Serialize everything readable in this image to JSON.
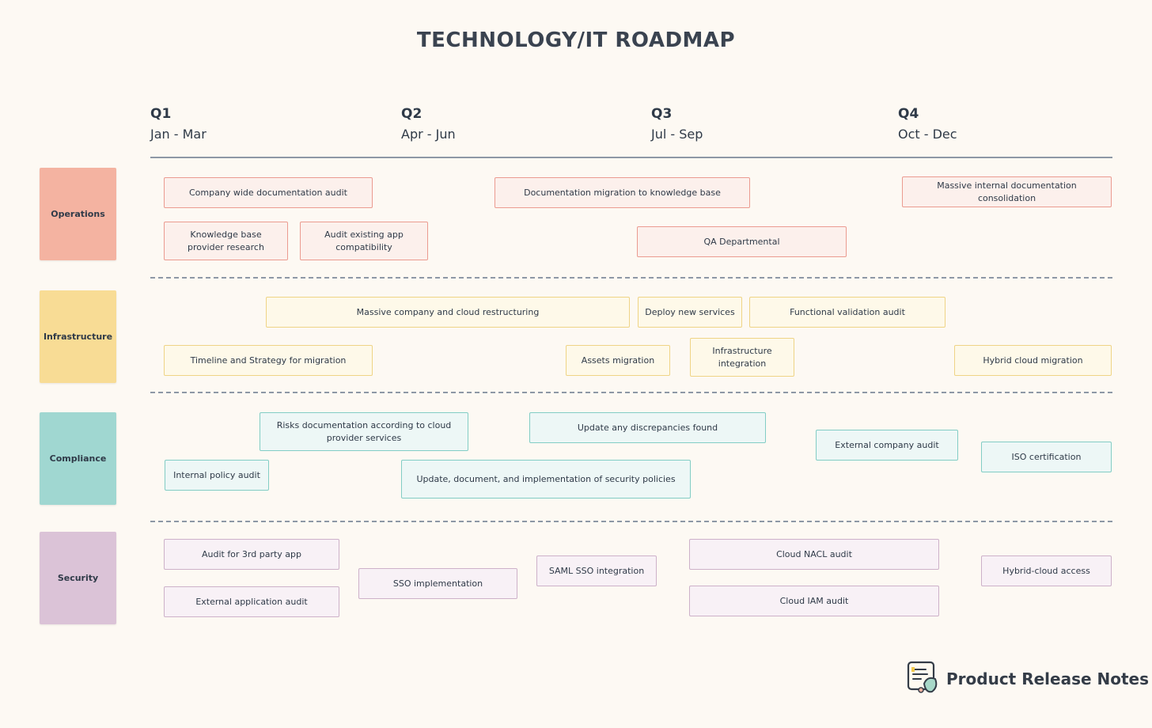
{
  "title": "TECHNOLOGY/IT ROADMAP",
  "quarters": [
    {
      "label": "Q1",
      "months": "Jan - Mar"
    },
    {
      "label": "Q2",
      "months": "Apr - Jun"
    },
    {
      "label": "Q3",
      "months": "Jul - Sep"
    },
    {
      "label": "Q4",
      "months": "Oct - Dec"
    }
  ],
  "lanes": [
    {
      "name": "Operations",
      "color": "#f4b3a1"
    },
    {
      "name": "Infrastructure",
      "color": "#f8dc95"
    },
    {
      "name": "Compliance",
      "color": "#a0d7d1"
    },
    {
      "name": "Security",
      "color": "#dbc3d7"
    }
  ],
  "operations": {
    "company_audit": "Company wide documentation audit",
    "kb_provider": "Knowledge base provider research",
    "audit_app": "Audit existing app compatibility",
    "doc_migration": "Documentation migration to knowledge base",
    "qa": "QA Departmental",
    "consolidation": "Massive internal documentation consolidation"
  },
  "infrastructure": {
    "restructuring": "Massive company and cloud restructuring",
    "deploy": "Deploy new services",
    "functional": "Functional validation audit",
    "timeline": "Timeline and Strategy for migration",
    "assets": "Assets migration",
    "infra_integration": "Infrastructure integration",
    "hybrid_migration": "Hybrid cloud migration"
  },
  "compliance": {
    "risks": "Risks documentation according to cloud provider services",
    "discrepancies": "Update any discrepancies found",
    "external_audit": "External company audit",
    "iso": "ISO certification",
    "internal_policy": "Internal policy audit",
    "security_policies": "Update, document, and implementation of security policies"
  },
  "security": {
    "third_party": "Audit for 3rd party app",
    "external_app": "External application audit",
    "sso": "SSO implementation",
    "saml": "SAML SSO integration",
    "nacl": "Cloud NACL audit",
    "iam": "Cloud IAM audit",
    "hybrid_access": "Hybrid-cloud access"
  },
  "brand": {
    "name": "Product Release Notes",
    "icon": "notes-icon"
  }
}
